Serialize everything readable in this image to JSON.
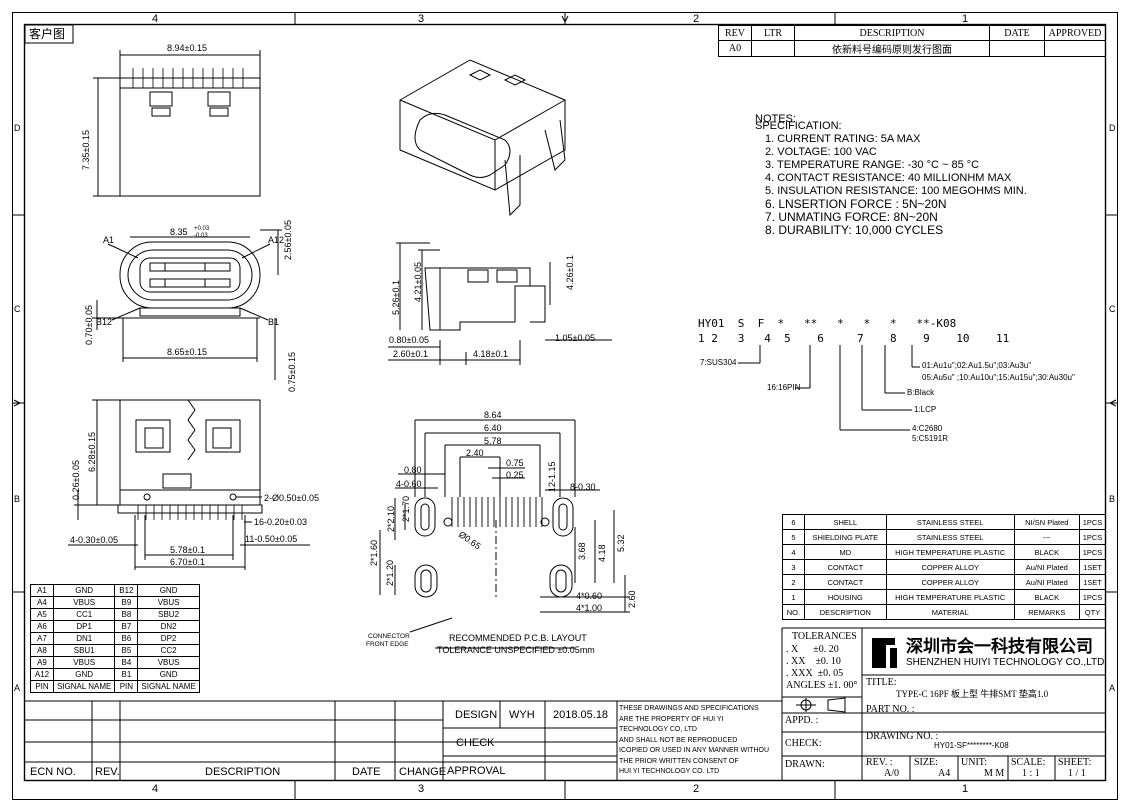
{
  "border": {
    "top_zones": [
      "4",
      "3",
      "2",
      "1"
    ],
    "side_zones": [
      "D",
      "C",
      "B",
      "A"
    ],
    "customer_label": "客户图"
  },
  "revision": {
    "headers": [
      "REV",
      "LTR",
      "DESCRIPTION",
      "DATE",
      "APPROVED"
    ],
    "rows": [
      [
        "A0",
        "",
        "依新料号编码原则发行图面",
        "",
        ""
      ]
    ]
  },
  "notes": {
    "title": "NOTES:",
    "subtitle": "SPECIFICATION:",
    "items": [
      "1. CURRENT RATING: 5A MAX",
      "2. VOLTAGE: 100 VAC",
      "3. TEMPERATURE RANGE: -30 °C ~ 85 °C",
      "4. CONTACT RESISTANCE: 40 MILLIONHM MAX",
      "5. INSULATION RESISTANCE: 100 MEGOHMS MIN.",
      "6. LNSERTION FORCE : 5N~20N",
      "7. UNMATING FORCE: 8N~20N",
      "8. DURABILITY:   10,000 CYCLES"
    ]
  },
  "partcode": {
    "code": "HY01  S  F  *   **   *   *   *   **-K08",
    "index": "1 2   3   4  5    6     7    8    9    10    11",
    "opt5": "7:SUS304",
    "opt6": "16:16PIN",
    "opt7a": "4:C2680",
    "opt7b": "5:C5191R",
    "opt8": "1:LCP",
    "opt9": "B:Black",
    "opt10a": "01:Au1u\";02:Au1.5u\";03:Au3u\"",
    "opt10b": "05:Au5u\" ;10:Au10u\";15:Au15u\";30:Au30u\""
  },
  "dims": {
    "top_width": "8.94±0.15",
    "top_height": "7.35±0.15",
    "front_width": "8.35",
    "front_tol_plus": "+0.03",
    "front_tol_minus": "-0.03",
    "front_bottom_width": "8.65±0.15",
    "a1": "A1",
    "a12": "A12",
    "b12": "B12",
    "b1": "B1",
    "front_right_h": "2.56±0.05",
    "front_left_h": "0.70±0.05",
    "front_right_low": "0.75±0.15",
    "side_h1": "5.26±0.1",
    "side_h2": "4.21±0.05",
    "side_h3": "4.26±0.1",
    "side_b1": "0.80±0.05",
    "side_b2": "2.60±0.1",
    "side_b3": "4.18±0.1",
    "side_b4": "1.05±0.05",
    "bot_h1": "6.28±0.15",
    "bot_h2": "0.26±0.05",
    "bot_hole": "2-Ø0.50±0.05",
    "bot_pins": "16-0.20±0.03",
    "bot_left": "4-0.30±0.05",
    "bot_right": "11-0.50±0.05",
    "bot_w1": "5.78±0.1",
    "bot_w2": "6.70±0.1",
    "pcb_864": "8.64",
    "pcb_640": "6.40",
    "pcb_578": "5.78",
    "pcb_240": "2.40",
    "pcb_075": "0.75",
    "pcb_025": "0.25",
    "pcb_080": "0.80",
    "pcb_4060": "4-0.60",
    "pcb_12115": "12-1.15",
    "pcb_8030": "8-0.30",
    "pcb_2210": "2*2.10",
    "pcb_2170": "2*1.70",
    "pcb_2160": "2*1.60",
    "pcb_2120": "2*1.20",
    "pcb_065": "Ø0.65",
    "pcb_368": "3.68",
    "pcb_418": "4.18",
    "pcb_532": "5.32",
    "pcb_260": "2.60",
    "pcb_4060b": "4*0.60",
    "pcb_4100": "4*1.00",
    "connector_l1": "CONNECTOR",
    "connector_l2": "FRONT EDGE",
    "pcb_title": "RECOMMENDED  P.C.B. LAYOUT",
    "pcb_tol": "TOLERANCE UNSPECIFIED ±0.05mm"
  },
  "pins": [
    [
      "A1",
      "GND",
      "B12",
      "GND"
    ],
    [
      "A4",
      "VBUS",
      "B9",
      "VBUS"
    ],
    [
      "A5",
      "CC1",
      "B8",
      "SBU2"
    ],
    [
      "A6",
      "DP1",
      "B7",
      "DN2"
    ],
    [
      "A7",
      "DN1",
      "B6",
      "DP2"
    ],
    [
      "A8",
      "SBU1",
      "B5",
      "CC2"
    ],
    [
      "A9",
      "VBUS",
      "B4",
      "VBUS"
    ],
    [
      "A12",
      "GND",
      "B1",
      "GND"
    ],
    [
      "PIN",
      "SIGNAL NAME",
      "PIN",
      "SIGNAL NAME"
    ]
  ],
  "bom": [
    [
      "6",
      "SHELL",
      "STAINLESS STEEL",
      "NI/SN  Plated",
      "1PCS"
    ],
    [
      "5",
      "SHIELDING PLATE",
      "STAINLESS STEEL",
      "---",
      "1PCS"
    ],
    [
      "4",
      "MD",
      "HIGH TEMPERATURE PLASTIC",
      "BLACK",
      "1PCS"
    ],
    [
      "3",
      "CONTACT",
      "COPPER ALLOY",
      "Au/NI Plated",
      "1SET"
    ],
    [
      "2",
      "CONTACT",
      "COPPER ALLOY",
      "Au/NI Plated",
      "1SET"
    ],
    [
      "1",
      "HOUSING",
      "HIGH TEMPERATURE PLASTIC",
      "BLACK",
      "1PCS"
    ],
    [
      "NO.",
      "DESCRIPTION",
      "MATERIAL",
      "REMARKS",
      "QTY"
    ]
  ],
  "titleblock": {
    "tol_title": "TOLERANCES",
    "tol_x": ". X      ±0. 20",
    "tol_xx": ". XX    ±0. 10",
    "tol_xxx": ". XXX  ±0. 05",
    "tol_ang": "ANGLES ±1. 00°",
    "company_cn": "深圳市会一科技有限公司",
    "company_en": "SHENZHEN HUIYI TECHNOLOGY CO.,LTD.",
    "title_label": "TITLE:",
    "title_value": "TYPE-C 16PF 板上型 牛排SMT 垫高1.0",
    "appd": "APPD. :",
    "part_no": "PART NO. :",
    "check": "CHECK:",
    "drawing_no_label": "DRAWING NO. :",
    "drawing_no": "HY01-SF********-K08",
    "drawn": "DRAWN:",
    "rev_label": "REV. :",
    "rev_val": "A/0",
    "size_label": "SIZE:",
    "size_val": "A4",
    "unit_label": "UNIT:",
    "unit_val": "M M",
    "scale_label": "SCALE:",
    "scale_val": "1 : 1",
    "sheet_label": "SHEET:",
    "sheet_val": "1 / 1",
    "design": "DESIGN",
    "designer": "WYH",
    "design_date": "2018.05.18",
    "check2": "CHECK",
    "approval": "APPROVAL",
    "ecn": "ECN NO.",
    "rev2": "REV.",
    "desc": "DESCRIPTION",
    "date": "DATE",
    "change": "CHANGE",
    "notice": [
      "THESE DRAWINGS AND SPECIFICATIONS",
      "ARE THE PROPERTY OF HUI YI",
      "TECHNOLOGY  CO, LTD",
      "AND SHALL NOT BE REPRODUCED",
      "ICOPIED OR USED IN ANY MANNER WITHOU",
      "THE PRIOR WRITTEN CONSENT OF",
      "HUI YI  TECHNOLOGY CO. LTD"
    ]
  }
}
